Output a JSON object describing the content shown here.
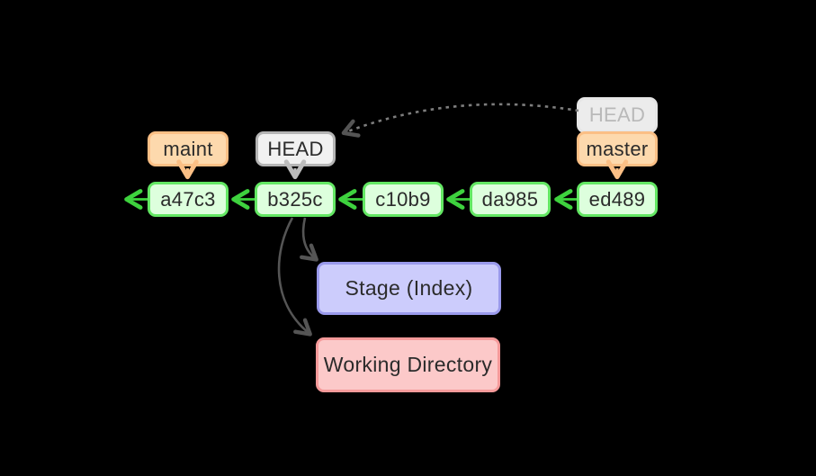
{
  "diagram": {
    "type": "git-commit-graph",
    "labels": {
      "maint": "maint",
      "head": "HEAD",
      "ghost_head": "HEAD",
      "master": "master",
      "stage": "Stage (Index)",
      "working_directory": "Working Directory"
    },
    "commits": [
      {
        "id": "a47c3"
      },
      {
        "id": "b325c"
      },
      {
        "id": "c10b9"
      },
      {
        "id": "da985"
      },
      {
        "id": "ed489"
      }
    ],
    "colors": {
      "background": "#000000",
      "commit_fill": "#ddffdd",
      "commit_border": "#63e763",
      "commit_arrow": "#3ed23e",
      "branch_fill": "#fdd9ad",
      "branch_border": "#fbbf85",
      "head_fill": "#f1f1f1",
      "head_border": "#b5b5b5",
      "ghost_head_fill": "#ececec",
      "ghost_head_text": "#b9b9b9",
      "stage_fill": "#ccccfc",
      "stage_border": "#9a9aec",
      "working_directory_fill": "#fcc9c9",
      "working_directory_border": "#f59a9a",
      "dark_arrow": "#555555",
      "dashed_arrow": "#7d7d7d",
      "text": "#2b2b2b"
    }
  }
}
